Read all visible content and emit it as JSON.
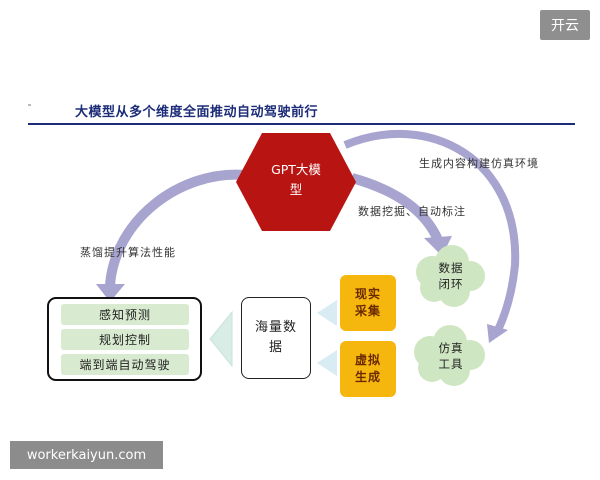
{
  "brand": "开云",
  "title": "大模型从多个维度全面推动自动驾驶前行",
  "center": [
    "GPT大模",
    "型"
  ],
  "labels": {
    "distill": "蒸馏提升算法性能",
    "mining": "数据挖掘、自动标注",
    "simulation": "生成内容构建仿真环境"
  },
  "stack": [
    "感知预测",
    "规划控制",
    "端到端自动驾驶"
  ],
  "data_box": [
    "海量数",
    "据"
  ],
  "real_box": [
    "现实",
    "采集"
  ],
  "virtual_box": [
    "虚拟",
    "生成"
  ],
  "cloud_loop": [
    "数据",
    "闭环"
  ],
  "cloud_sim": [
    "仿真",
    "工具"
  ],
  "watermark": "workerkaiyun.com",
  "colors": {
    "hex": "#b81412",
    "box": "#f5b70e",
    "stack": "#d8ead0",
    "cloud": "#cfe6c2",
    "arrow": "#a7a4cf",
    "title": "#1c2c78"
  }
}
